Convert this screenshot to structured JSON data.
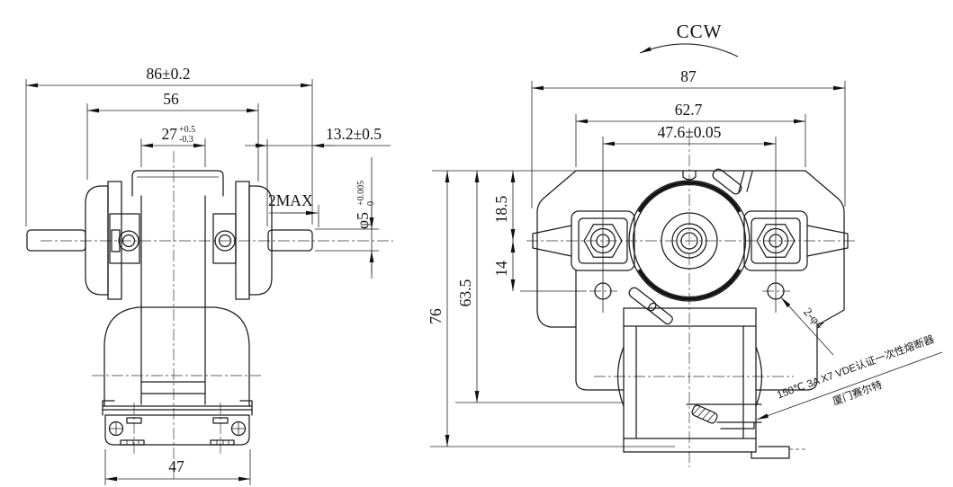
{
  "drawing": {
    "side_view": {
      "overall_length": "86±0.2",
      "body_width": "56",
      "stack_value": "27",
      "stack_tol_up": "+0.5",
      "stack_tol_dn": "-0.3",
      "shaft_extension": "13.2±0.5",
      "shoulder_max": "2MAX",
      "shaft_dia": "φ5",
      "shaft_dia_tol_up": "+0.005",
      "shaft_dia_tol_dn": "0",
      "base_width": "47"
    },
    "front_view": {
      "overall_width": "87",
      "bracket_span": "62.7",
      "hole_spacing": "47.6±0.05",
      "top_to_center": "18.5",
      "center_to_hole": "14",
      "body_height": "63.5",
      "overall_height": "76",
      "rotation": "CCW",
      "hole_callout": "2-φ4",
      "fuse_note_line1": "150℃ 3A X7 VDE认证一次性熔断器",
      "fuse_note_line2": "厦门赛尔特"
    }
  }
}
